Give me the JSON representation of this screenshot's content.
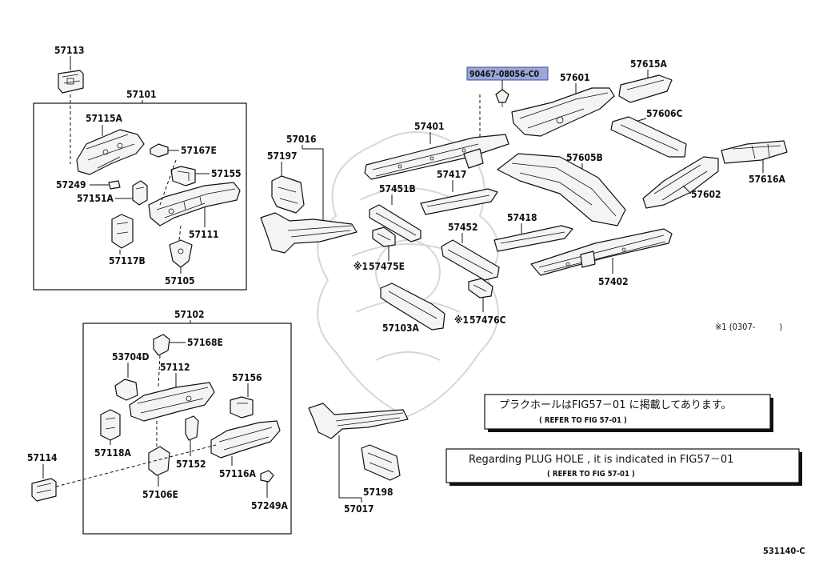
{
  "parts": {
    "p57113": "57113",
    "p57101": "57101",
    "p57115A": "57115A",
    "p57167E": "57167E",
    "p57155": "57155",
    "p57249": "57249",
    "p57151A": "57151A",
    "p57111": "57111",
    "p57117B": "57117B",
    "p57105": "57105",
    "p57016": "57016",
    "p57197": "57197",
    "p90467": "90467-08056-C0",
    "p57401": "57401",
    "p57601": "57601",
    "p57615A": "57615A",
    "p57606C": "57606C",
    "p57616A": "57616A",
    "p57605B": "57605B",
    "p57602": "57602",
    "p57417": "57417",
    "p57451B": "57451B",
    "p57475E": "57475E",
    "p57418": "57418",
    "p57452": "57452",
    "p57402": "57402",
    "p57103A": "57103A",
    "p57476C": "57476C",
    "p57102": "57102",
    "p57168E": "57168E",
    "p53704D": "53704D",
    "p57112": "57112",
    "p57156": "57156",
    "p57118A": "57118A",
    "p57152": "57152",
    "p57116A": "57116A",
    "p57106E": "57106E",
    "p57249A": "57249A",
    "p57114": "57114",
    "p57017": "57017",
    "p57198": "57198"
  },
  "marks": {
    "asterisk": "※1",
    "footnote": "※1 (0307-",
    "footnote_end": ")"
  },
  "notes": {
    "jp_text": "プラクホールはFIG57－01 に掲載してあります。",
    "jp_ref": "(     REFER TO FIG 57-01     )",
    "en_text": "Regarding PLUG HOLE , it is indicated in FIG57－01",
    "en_ref": "(     REFER TO FIG 57-01     )"
  },
  "diagram_id": "531140-C"
}
